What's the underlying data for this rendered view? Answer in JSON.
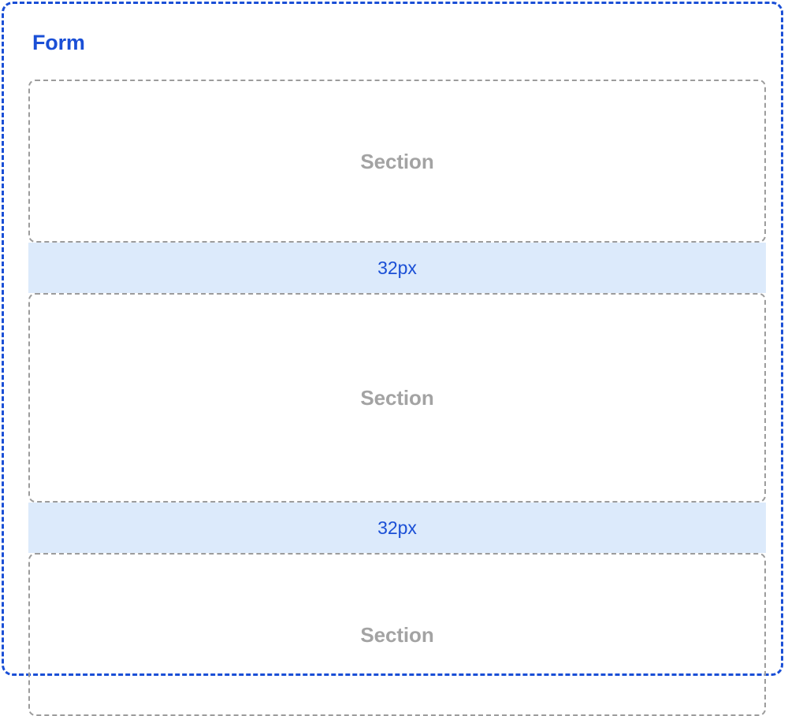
{
  "form": {
    "title": "Form",
    "border_color": "#1a4fd6",
    "title_color": "#1a4fd6"
  },
  "sections": [
    {
      "label": "Section"
    },
    {
      "label": "Section"
    },
    {
      "label": "Section"
    }
  ],
  "spacers": [
    {
      "label": "32px",
      "value": 32,
      "unit": "px"
    },
    {
      "label": "32px",
      "value": 32,
      "unit": "px"
    }
  ],
  "colors": {
    "accent_blue": "#1a4fd6",
    "spacer_fill": "#dceafb",
    "section_border": "#9c9c9c",
    "section_text": "#a3a3a3",
    "background": "#ffffff"
  }
}
